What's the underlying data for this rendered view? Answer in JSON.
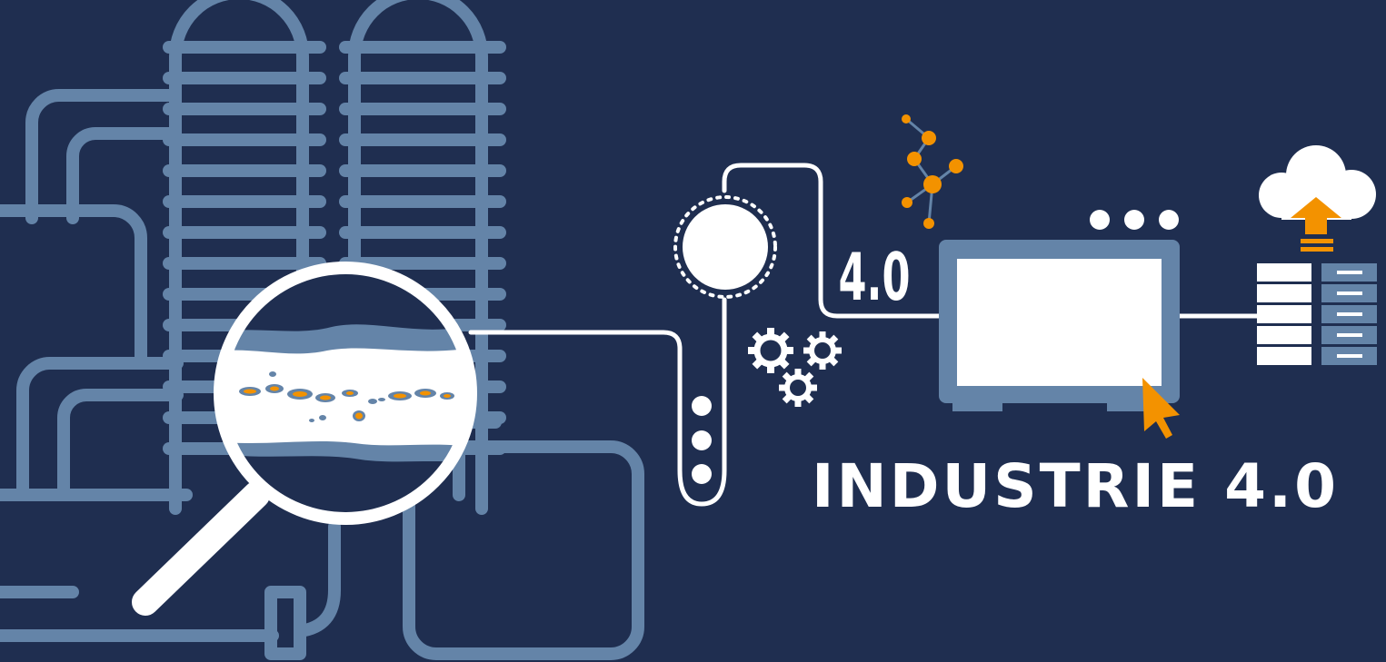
{
  "badge": {
    "label": "4.0"
  },
  "headline": {
    "text": "INDUSTRIE 4.0"
  },
  "colors": {
    "background": "#1f2e50",
    "outline": "#6484a8",
    "white": "#ffffff",
    "accent": "#f39200"
  },
  "icons": [
    "factory-outline-illustration",
    "magnifier-icon",
    "sensor-wheel-icon",
    "gears-icon",
    "network-node-icon",
    "monitor-icon",
    "cursor-arrow-icon",
    "cloud-upload-icon",
    "server-rack-icon"
  ]
}
